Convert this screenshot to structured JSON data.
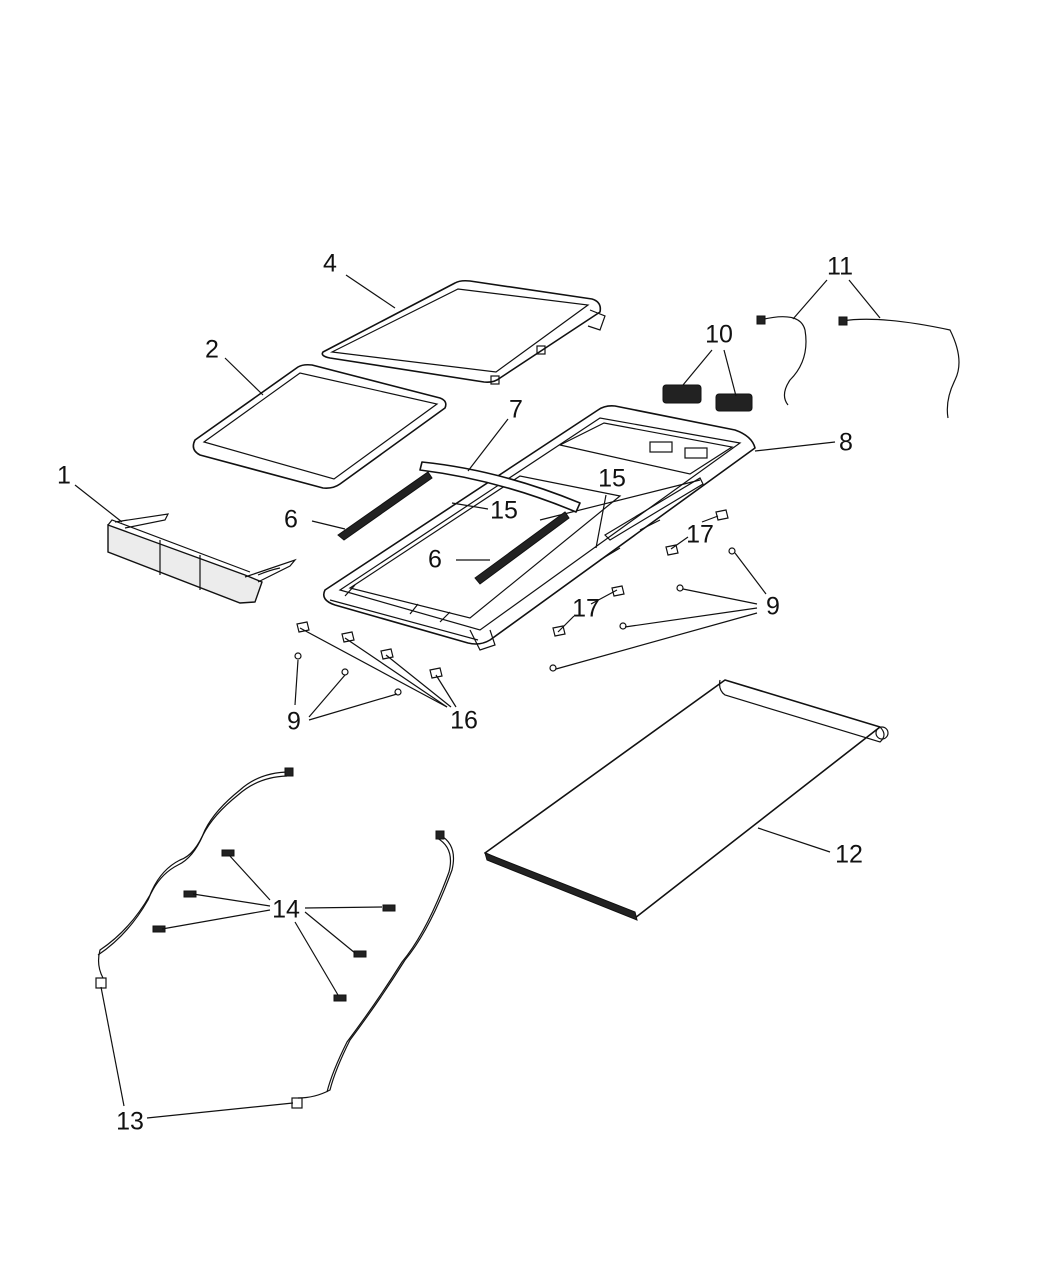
{
  "diagram": {
    "callouts": [
      {
        "id": "c1",
        "text": "1"
      },
      {
        "id": "c2",
        "text": "2"
      },
      {
        "id": "c4",
        "text": "4"
      },
      {
        "id": "c6a",
        "text": "6"
      },
      {
        "id": "c6b",
        "text": "6"
      },
      {
        "id": "c7",
        "text": "7"
      },
      {
        "id": "c8",
        "text": "8"
      },
      {
        "id": "c9a",
        "text": "9"
      },
      {
        "id": "c9b",
        "text": "9"
      },
      {
        "id": "c10",
        "text": "10"
      },
      {
        "id": "c11",
        "text": "11"
      },
      {
        "id": "c12",
        "text": "12"
      },
      {
        "id": "c13",
        "text": "13"
      },
      {
        "id": "c14",
        "text": "14"
      },
      {
        "id": "c15a",
        "text": "15"
      },
      {
        "id": "c15b",
        "text": "15"
      },
      {
        "id": "c16",
        "text": "16"
      },
      {
        "id": "c17a",
        "text": "17"
      },
      {
        "id": "c17b",
        "text": "17"
      }
    ]
  }
}
